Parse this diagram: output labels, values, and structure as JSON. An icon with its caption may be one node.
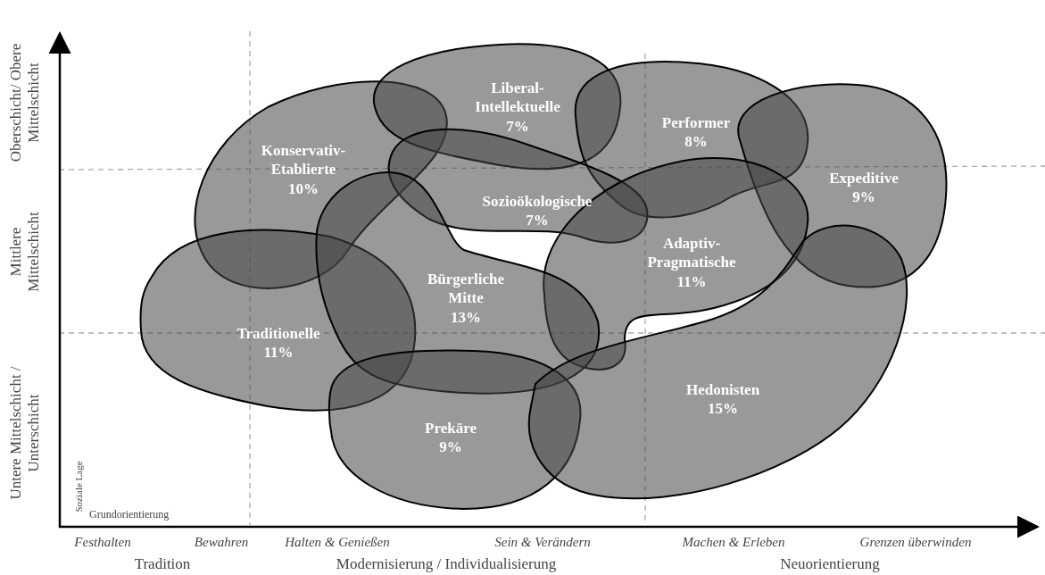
{
  "diagram": {
    "nodes": [
      {
        "text": [
          "Konservativ-Etablierte",
          "10%"
        ]
      },
      {
        "text": [
          "Liberal-Intellektuelle",
          "7%"
        ]
      },
      {
        "text": [
          "Performer",
          "8%"
        ]
      },
      {
        "text": [
          "Expeditive",
          "9%"
        ]
      },
      {
        "text": [
          "Sozioökologische",
          "7%"
        ]
      },
      {
        "text": [
          "Adaptiv-Pragmatische",
          "11%"
        ]
      },
      {
        "text": [
          "Traditionelle",
          "11%"
        ]
      },
      {
        "text": [
          "Bürgerliche Mitte",
          "13%"
        ]
      },
      {
        "text": [
          "Prekäre",
          "9%"
        ]
      },
      {
        "text": [
          "Hedonisten",
          "15%"
        ]
      }
    ],
    "labels": [
      "Oberschicht/ Obere Mittelschicht",
      "Mittlere Mittelschicht",
      "Untere Mittelschicht / Unterschicht",
      "Soziale Lage",
      "Grundorientierung",
      "Festhalten",
      "Bewahren",
      "Halten & Genießen",
      "Sein & Verändern",
      "Machen & Erleben",
      "Grenzen überwinden",
      "Tradition",
      "Modernisierung / Individualisierung",
      "Neuorientierung"
    ]
  }
}
